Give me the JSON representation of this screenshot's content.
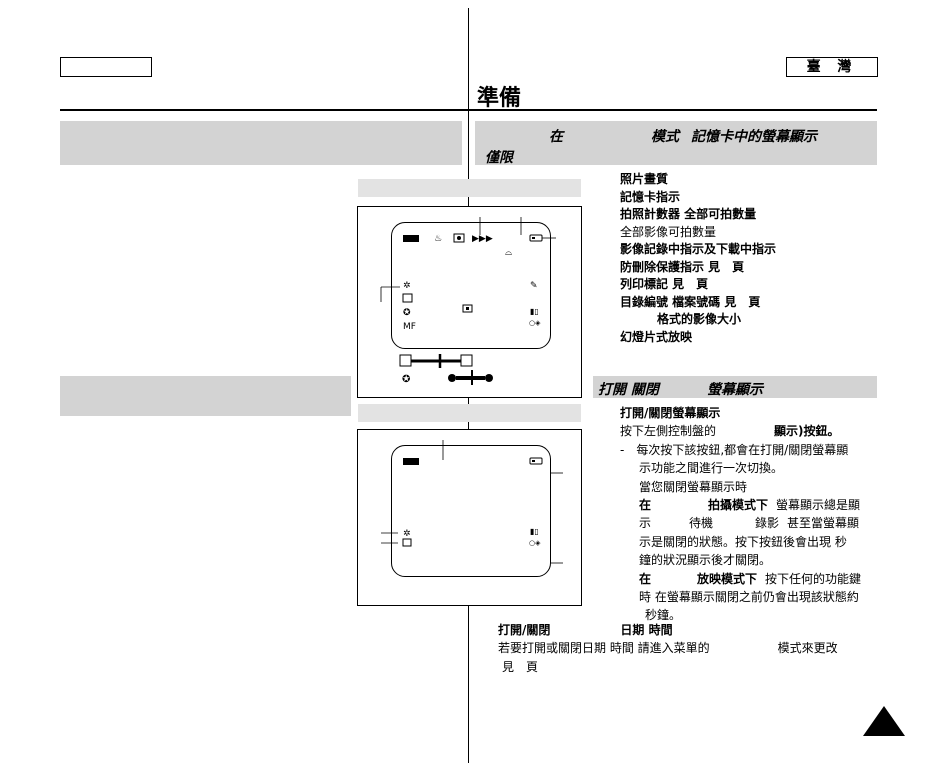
{
  "header": {
    "left_tab_label": "",
    "right_tab_label": "臺 灣",
    "page_title": "準備"
  },
  "right_band": {
    "line1_a": "在",
    "line1_b": "模式",
    "line1_c": "記憶卡中的螢幕顯示",
    "line2": "僅限"
  },
  "osd_list": [
    "照片畫質",
    "記憶卡指示",
    "拍照計數器 全部可拍數量",
    "全部影像可拍數量",
    "影像記錄中指示及下載中指示",
    "防刪除保護指示 見　頁",
    "列印標記 見　頁",
    "目錄編號 檔案號碼 見　頁",
    "格式的影像大小",
    "幻燈片式放映"
  ],
  "section_band_title": {
    "a": "打開 關閉",
    "b": "螢幕顯示"
  },
  "body_text": {
    "l1": "打開/關閉螢幕顯示",
    "l2a": "按下左側控制盤的",
    "l2b": "顯示)按鈕。",
    "l3": "-　每次按下該按鈕,都會在打開/關閉螢幕顯",
    "l4": "示功能之間進行一次切換。",
    "l5": "當您關閉螢幕顯示時",
    "l6a": "在",
    "l6b": "拍攝模式下",
    "l6c": "螢幕顯示總是顯",
    "l7a": "示",
    "l7b": "待機",
    "l7c": "錄影",
    "l7d": "甚至當螢幕顯",
    "l8": "示是關閉的狀態。按下按鈕後會出現 秒",
    "l9": "鐘的狀況顯示後才關閉。",
    "l10a": "在",
    "l10b": "放映模式下",
    "l10c": "按下任何的功能鍵",
    "l11": "時 在螢幕顯示關閉之前仍會出現該狀態約",
    "l12": "秒鐘。",
    "date_head_a": "打開/關閉",
    "date_head_b": "日期 時間",
    "date_l1a": "若要打開或關閉日期 時間 請進入菜單的",
    "date_l1b": "模式來更改",
    "date_l2": "見　頁"
  },
  "diagram1": {
    "mf_label": "MF"
  },
  "colors": {
    "band_gray": "#d3d3d3",
    "strip_gray": "#e3e3e3"
  }
}
